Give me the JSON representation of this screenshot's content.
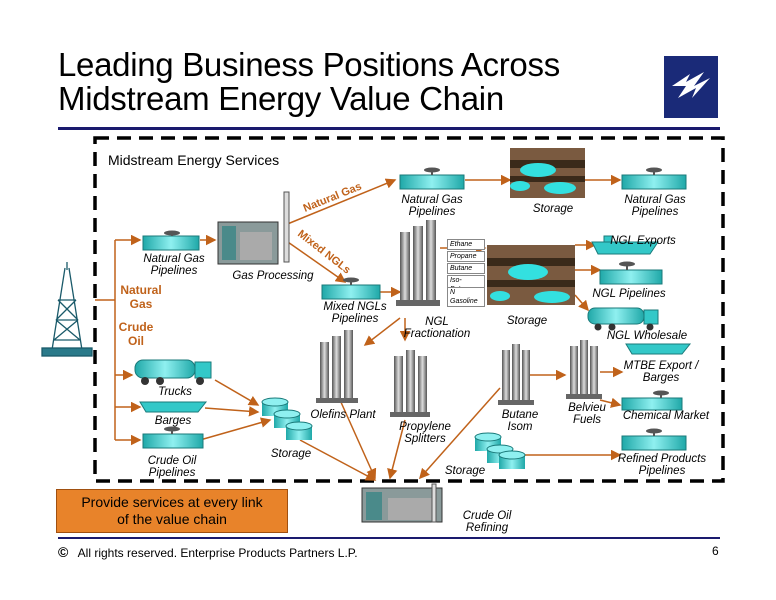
{
  "title_line1": "Leading Business Positions Across",
  "title_line2": "Midstream Energy Value Chain",
  "section_title": "Midstream Energy Services",
  "colors": {
    "rule": "#1a1a6e",
    "logo_bg": "#1a2a78",
    "arrow": "#c0621a",
    "teal": "#33c8c8",
    "callout": "#e8832a"
  },
  "icons": {
    "logo": "lightning-bolt-icon",
    "rig": "oil-rig-icon"
  },
  "labels": {
    "ng_pipelines_left": "Natural Gas\nPipelines",
    "gas_processing": "Gas Processing",
    "natural_gas_left": "Natural\nGas",
    "crude_oil_left": "Crude\nOil",
    "trucks": "Trucks",
    "barges": "Barges",
    "crude_oil_pipelines": "Crude Oil\nPipelines",
    "storage_bottom_left": "Storage",
    "olefins_plant": "Olefins Plant",
    "mixed_ngls_pipelines": "Mixed NGLs\nPipelines",
    "ngl_fractionation": "NGL\nFractionation",
    "propylene_splitters": "Propylene\nSplitters",
    "ng_pipelines_top": "Natural Gas\nPipelines",
    "storage_top": "Storage",
    "ng_pipelines_right": "Natural Gas\nPipelines",
    "storage_middle": "Storage",
    "ngl_exports": "NGL Exports",
    "ngl_pipelines": "NGL Pipelines",
    "ngl_wholesale": "NGL Wholesale",
    "mtbe_export": "MTBE Export /\nBarges",
    "chemical_market": "Chemical Market",
    "refined_products": "Refined Products\nPipelines",
    "butane_isom": "Butane\nIsom",
    "belvieu_fuels": "Belvieu\nFuels",
    "storage_bottom_mid": "Storage",
    "crude_oil_refining": "Crude Oil\nRefining",
    "arrow_natural_gas": "Natural Gas",
    "arrow_mixed_ngls": "Mixed NGLs"
  },
  "ngl_products": [
    "Ethane",
    "Propane",
    "Butane",
    "Iso-Butane",
    "N Gasoline"
  ],
  "callout": "Provide services at every link\nof the value chain",
  "footer_symbol": "©",
  "footer": "All rights reserved. Enterprise Products Partners L.P.",
  "page_number": "6"
}
